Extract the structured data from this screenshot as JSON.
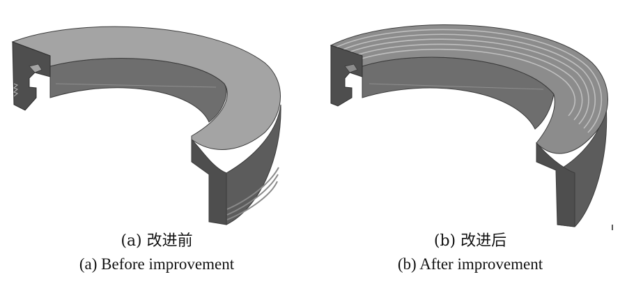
{
  "figures": [
    {
      "id": "a",
      "caption_cn": "(a) 改进前",
      "caption_en": "(a) Before improvement"
    },
    {
      "id": "b",
      "caption_cn": "(b) 改进后",
      "caption_en": "(b) After improvement"
    }
  ],
  "colors": {
    "top_face_a": "#a4a4a4",
    "top_face_b": "#8c8c8c",
    "outer_wall": "#5c5c5c",
    "inner_wall": "#6e6e6e",
    "cut_face": "#4e4e4e",
    "edge": "#3a3a3a",
    "groove_line": "#c0c0c0",
    "background": "#ffffff"
  }
}
